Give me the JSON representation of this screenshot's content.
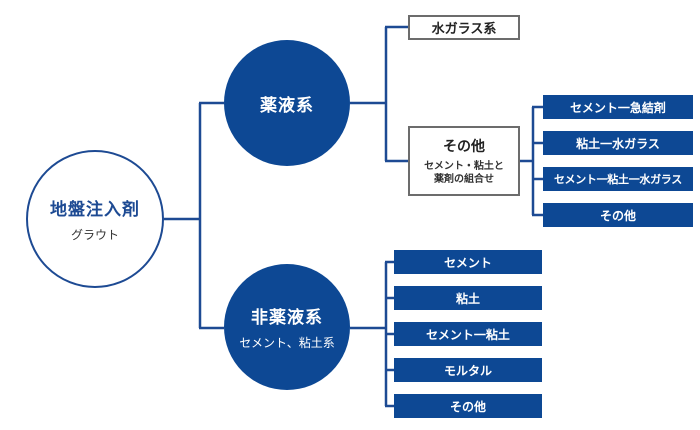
{
  "root": {
    "title": "地盤注入剤",
    "subtitle": "グラウト"
  },
  "chemical": {
    "title": "薬液系"
  },
  "non_chemical": {
    "title": "非薬液系",
    "subtitle": "セメント、粘土系"
  },
  "chemical_children": {
    "water_glass": "水ガラス系",
    "other_title": "その他",
    "other_desc_line1": "セメント・粘土と",
    "other_desc_line2": "薬剤の組合せ"
  },
  "other_children": [
    "セメント一急結剤",
    "粘土一水ガラス",
    "セメント一粘土一水ガラス",
    "その他"
  ],
  "non_chemical_children": [
    "セメント",
    "粘土",
    "セメント一粘土",
    "モルタル",
    "その他"
  ],
  "colors": {
    "primary": "#0d4894",
    "line": "#1d4a93",
    "gray_border": "#6c6c6c"
  }
}
